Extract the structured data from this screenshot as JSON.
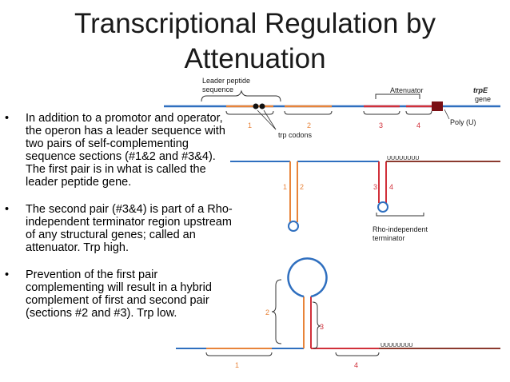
{
  "slide": {
    "title_line1": "Transcriptional Regulation by",
    "title_line2": "Attenuation",
    "bullets": [
      "In addition to a promotor and operator, the operon has a leader sequence with two pairs of self-complementing sequence sections (#1&2 and #3&4).  The first pair is in what is called the leader peptide gene.",
      "The second pair (#3&4) is part of a Rho-independent terminator region upstream of any structural genes; called an attenuator.  Trp high.",
      "Prevention of the first pair complementing will result in a hybrid complement of first and second pair (sections #2 and #3).  Trp low."
    ],
    "bullet_marker": "•"
  },
  "diagram": {
    "leader_peptide_line1": "Leader peptide",
    "leader_peptide_line2": "sequence",
    "attenuator": "Attenuator",
    "trpE_line1": "trpE",
    "trpE_line2": "gene",
    "poly_u": "Poly (U)",
    "trp_codons": "trp codons",
    "rho_line1": "Rho-independent",
    "rho_line2": "terminator",
    "uuuu": "UUUUUUUU",
    "segments": {
      "s1": "1",
      "s2": "2",
      "s3": "3",
      "s4": "4"
    },
    "colors": {
      "blue": "#2f6fbf",
      "orange": "#e8843a",
      "red": "#d1303a",
      "brown": "#8b3a2e"
    }
  }
}
